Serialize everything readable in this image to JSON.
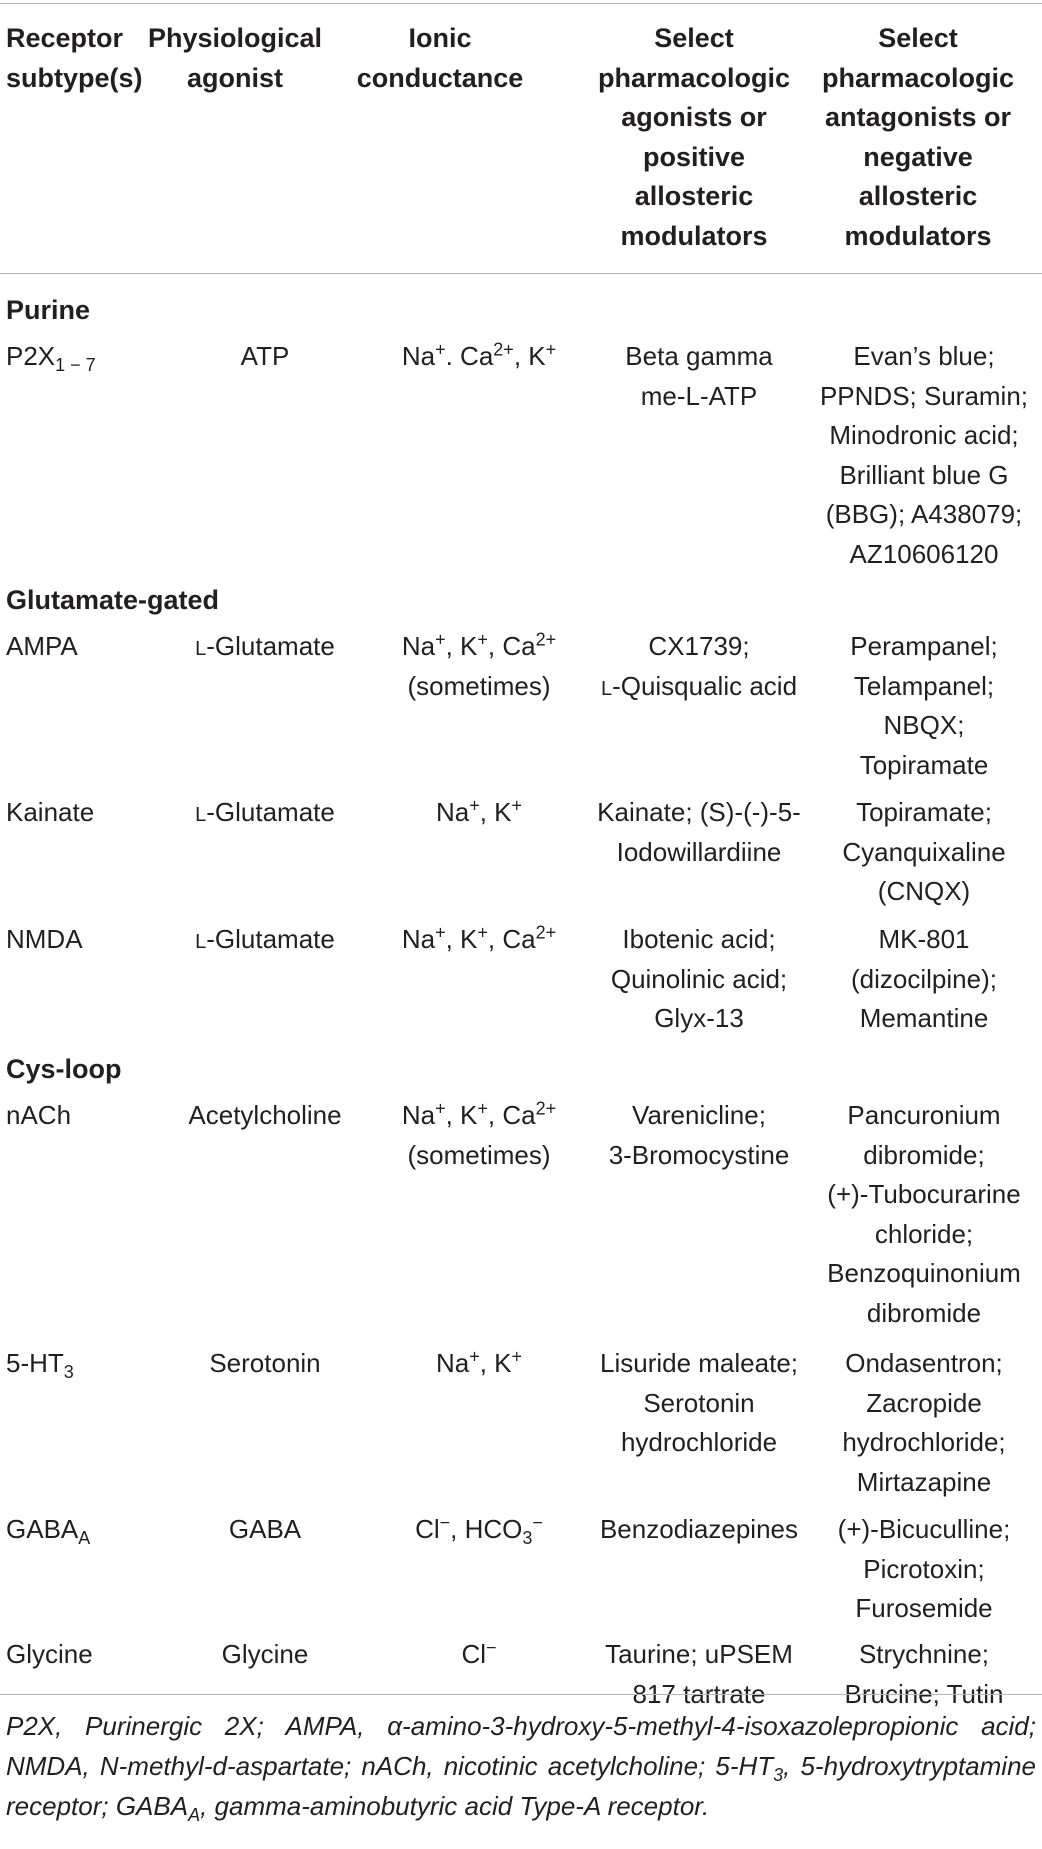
{
  "headers": {
    "receptor": "Receptor\nsubtype(s)",
    "agonist": "Physiological\nagonist",
    "ionic": "Ionic\nconductance",
    "pharm_agonists": "Select\npharmacologic\nagonists or\npositive\nallosteric\nmodulators",
    "pharm_antagonists": "Select\npharmacologic\nantagonists or\nnegative\nallosteric\nmodulators"
  },
  "sections": {
    "purine": "Purine",
    "glutamate": "Glutamate-gated",
    "cysloop": "Cys-loop"
  },
  "rows": [
    {
      "receptor": "P2X",
      "receptor_sub": "1 − 7",
      "agonist": "ATP",
      "ionic": [
        "Na+. Ca2+, K+"
      ],
      "pharm_agonists": [
        "Beta gamma",
        "me-L-ATP"
      ],
      "pharm_antagonists": [
        "Evan’s blue;",
        "PPNDS; Suramin;",
        "Minodronic acid;",
        "Brilliant blue G",
        "(BBG); A438079;",
        "AZ10606120"
      ]
    },
    {
      "receptor": "AMPA",
      "agonist": "L-Glutamate",
      "ionic": [
        "Na+, K+, Ca2+",
        "(sometimes)"
      ],
      "pharm_agonists": [
        "CX1739;",
        "L-Quisqualic acid"
      ],
      "pharm_antagonists": [
        "Perampanel;",
        "Telampanel;",
        "NBQX;",
        "Topiramate"
      ]
    },
    {
      "receptor": "Kainate",
      "agonist": "L-Glutamate",
      "ionic": [
        "Na+, K+"
      ],
      "pharm_agonists": [
        "Kainate; (S)-(-)-5-",
        "Iodowillardiine"
      ],
      "pharm_antagonists": [
        "Topiramate;",
        "Cyanquixaline",
        "(CNQX)"
      ]
    },
    {
      "receptor": "NMDA",
      "agonist": "L-Glutamate",
      "ionic": [
        "Na+, K+, Ca2+"
      ],
      "pharm_agonists": [
        "Ibotenic acid;",
        "Quinolinic acid;",
        "Glyx-13"
      ],
      "pharm_antagonists": [
        "MK-801",
        "(dizocilpine);",
        "Memantine"
      ]
    },
    {
      "receptor": "nACh",
      "agonist": "Acetylcholine",
      "ionic": [
        "Na+, K+, Ca2+",
        "(sometimes)"
      ],
      "pharm_agonists": [
        "Varenicline;",
        "3-Bromocystine"
      ],
      "pharm_antagonists": [
        "Pancuronium",
        "dibromide;",
        "(+)-Tubocurarine",
        "chloride;",
        "Benzoquinonium",
        "dibromide"
      ]
    },
    {
      "receptor": "5-HT",
      "receptor_sub": "3",
      "agonist": "Serotonin",
      "ionic": [
        "Na+, K+"
      ],
      "pharm_agonists": [
        "Lisuride maleate;",
        "Serotonin",
        "hydrochloride"
      ],
      "pharm_antagonists": [
        "Ondasentron;",
        "Zacropide",
        "hydrochloride;",
        "Mirtazapine"
      ]
    },
    {
      "receptor": "GABA",
      "receptor_sub": "A",
      "agonist": "GABA",
      "ionic": [
        "Cl−, HCO3−"
      ],
      "pharm_agonists": [
        "Benzodiazepines"
      ],
      "pharm_antagonists": [
        "(+)-Bicuculline;",
        "Picrotoxin;",
        "Furosemide"
      ]
    },
    {
      "receptor": "Glycine",
      "agonist": "Glycine",
      "ionic": [
        "Cl−"
      ],
      "pharm_agonists": [
        "Taurine; uPSEM",
        "817 tartrate"
      ],
      "pharm_antagonists": [
        "Strychnine;",
        "Brucine; Tutin"
      ]
    }
  ],
  "footnote": "P2X, Purinergic 2X; AMPA, α-amino-3-hydroxy-5-methyl-4-isoxazolepropionic acid; NMDA, N-methyl-d-aspartate; nACh, nicotinic acetylcholine; 5-HT3, 5-hydroxytryptamine receptor; GABAA, gamma-aminobutyric acid Type-A receptor."
}
